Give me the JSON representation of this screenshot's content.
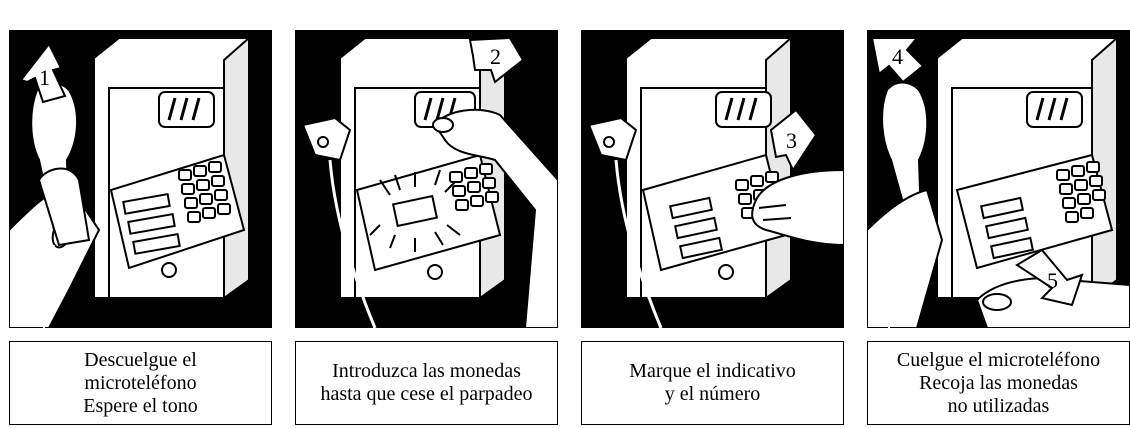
{
  "steps": [
    {
      "number": "1",
      "caption": [
        "Descuelgue el",
        "microteléfono",
        "Espere el tono"
      ]
    },
    {
      "number": "2",
      "caption": [
        "Introduzca las monedas",
        "hasta que cese el parpadeo"
      ]
    },
    {
      "number": "3",
      "caption": [
        "Marque el indicativo",
        "y el número"
      ]
    },
    {
      "number": "4",
      "number2": "5",
      "caption": [
        "Cuelgue el microteléfono",
        "Recoja las monedas",
        "no utilizadas"
      ]
    }
  ]
}
